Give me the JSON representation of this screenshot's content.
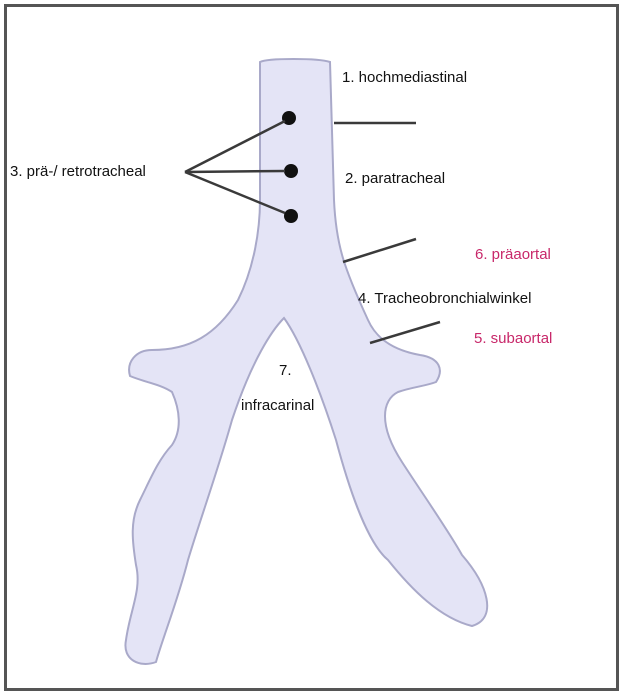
{
  "labels": {
    "hochmediastinal": "1. hochmediastinal",
    "paratracheal": "2. paratracheal",
    "retrotracheal": "3. prä-/ retrotracheal",
    "tracheobronchial": "4. Tracheobronchialwinkel",
    "subaortal": "5. subaortal",
    "praeaortal": "6. präaortal",
    "infracarinal_number": "7.",
    "infracarinal": "infracarinal"
  },
  "colors": {
    "airway_fill": "#e4e4f6",
    "airway_outline": "#a9a9c9",
    "leader_line": "#3a3a3a",
    "red_label": "#c8286a",
    "frame": "#555555"
  }
}
